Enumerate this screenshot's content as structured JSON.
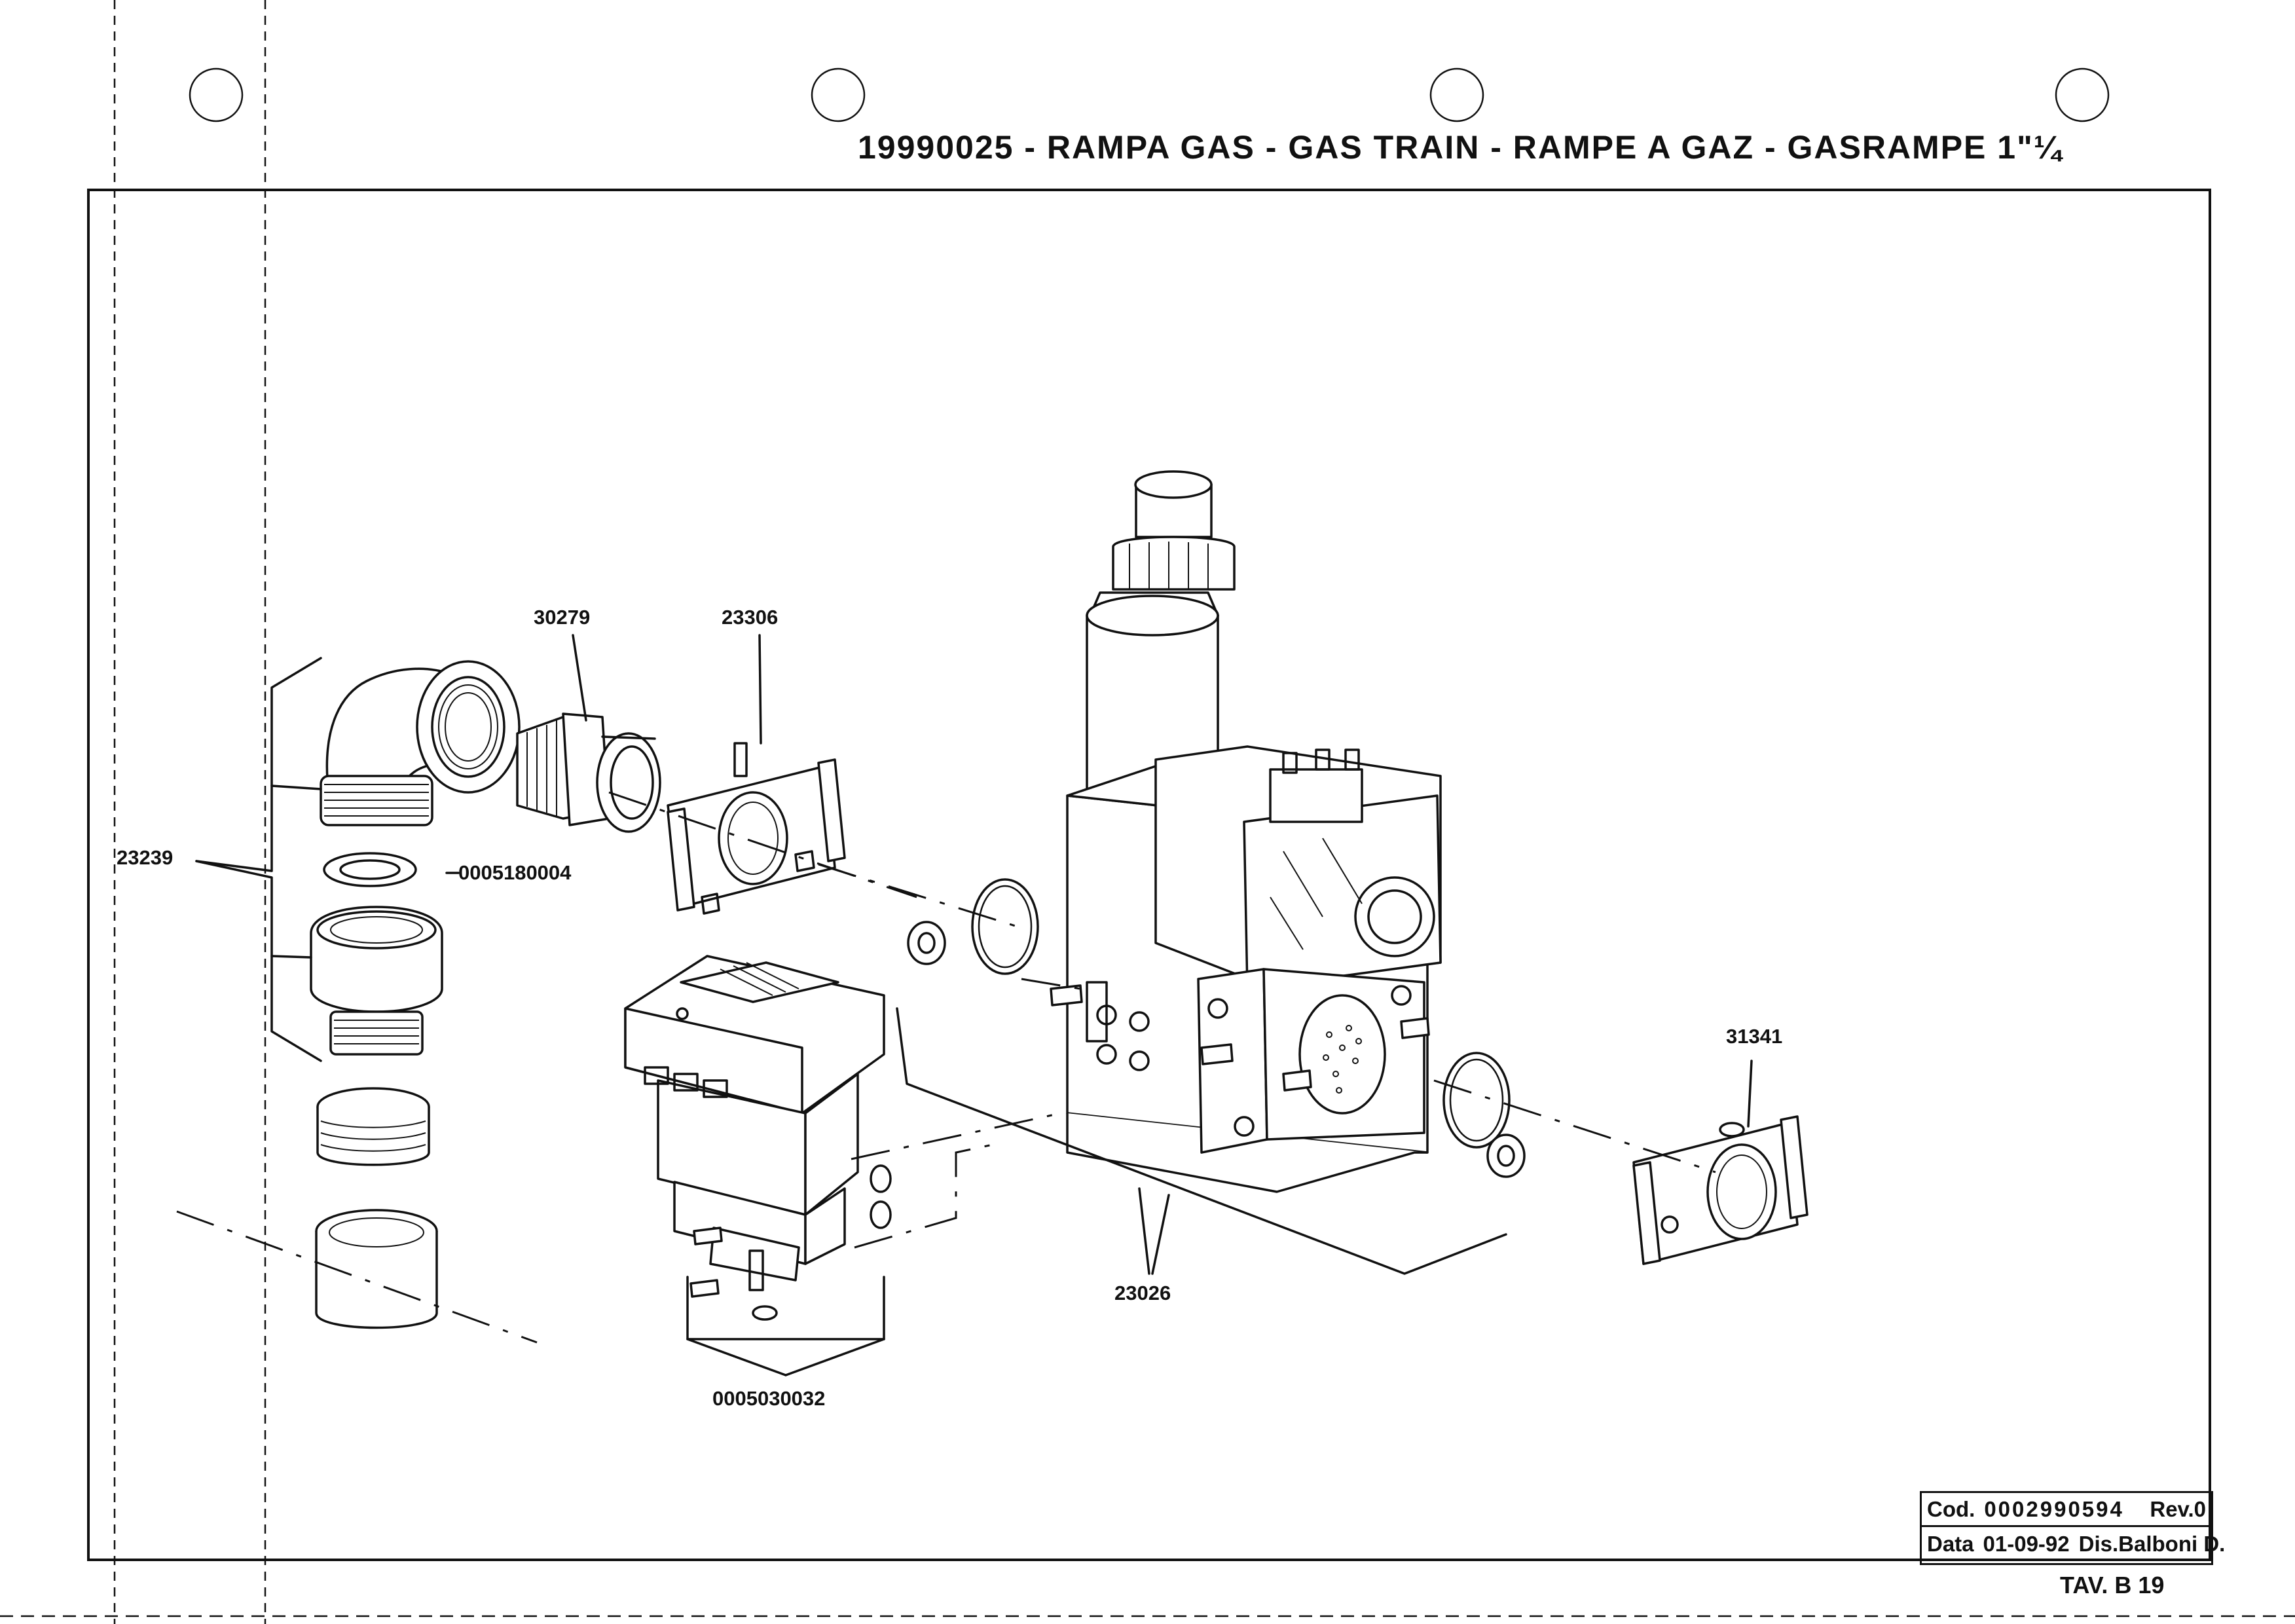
{
  "title": "19990025 - RAMPA  GAS - GAS  TRAIN -  RAMPE A GAZ - GASRAMPE  1\"¼",
  "parts": {
    "p30279": "30279",
    "p23306": "23306",
    "p23239": "23239",
    "p0005180004": "0005180004",
    "p31341": "31341",
    "p23026": "23026",
    "p0005030032": "0005030032"
  },
  "titleblock": {
    "cod_label": "Cod.",
    "cod_value": "0002990594",
    "rev": "Rev.0",
    "data_label": "Data",
    "data_value": "01-09-92",
    "drawn_by": "Dis.Balboni D."
  },
  "sheet_ref": "TAV. B  19"
}
